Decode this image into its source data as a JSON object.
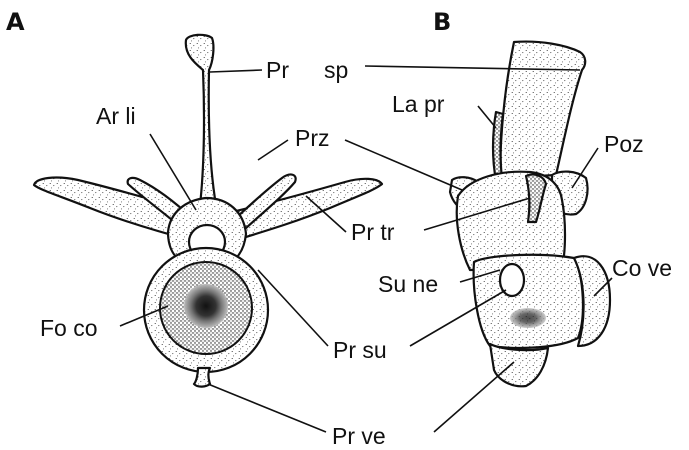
{
  "panels": {
    "a": "A",
    "b": "B"
  },
  "labels": {
    "pr": "Pr",
    "sp": "sp",
    "ar_li": "Ar li",
    "prz": "Prz",
    "la_pr": "La pr",
    "poz": "Poz",
    "pr_tr": "Pr tr",
    "su_ne": "Su ne",
    "co_ve": "Co ve",
    "fo_co": "Fo co",
    "pr_su": "Pr su",
    "pr_ve": "Pr ve"
  }
}
